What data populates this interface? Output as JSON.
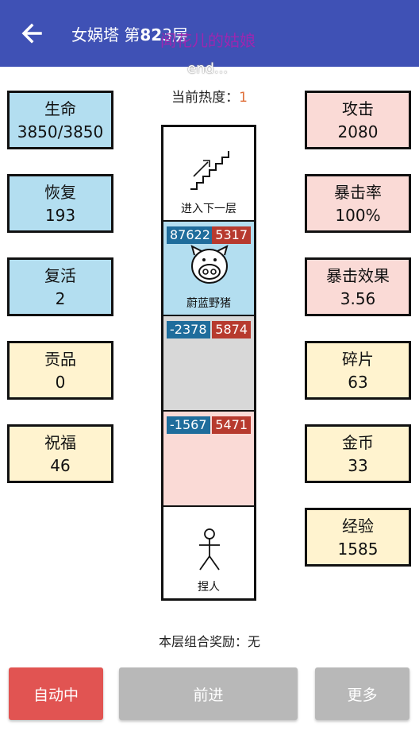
{
  "header": {
    "title_prefix": "女娲塔 第",
    "floor_number": "82",
    "title_suffix": "3层",
    "user_name": "闻花儿的姑娘",
    "marquee": "end..."
  },
  "heat": {
    "label": "当前热度：",
    "value": "1"
  },
  "stats_left": [
    {
      "label": "生命",
      "value": "3850/3850"
    },
    {
      "label": "恢复",
      "value": "193"
    },
    {
      "label": "复活",
      "value": "2"
    },
    {
      "label": "贡品",
      "value": "0"
    },
    {
      "label": "祝福",
      "value": "46"
    }
  ],
  "stats_right": [
    {
      "label": "攻击",
      "value": "2080"
    },
    {
      "label": "暴击率",
      "value": "100%"
    },
    {
      "label": "暴击效果",
      "value": "3.56"
    },
    {
      "label": "碎片",
      "value": "63"
    },
    {
      "label": "金币",
      "value": "33"
    },
    {
      "label": "经验",
      "value": "1585"
    }
  ],
  "tower": {
    "stairs_label": "进入下一层",
    "monster": {
      "hp": "87622",
      "atk": "5317",
      "name": "蔚蓝野猪"
    },
    "cell_gray": {
      "hp": "-2378",
      "atk": "5874"
    },
    "cell_pink": {
      "hp": "-1567",
      "atk": "5471"
    },
    "player_label": "捏人"
  },
  "reward": {
    "label": "本层组合奖励：",
    "value": "无"
  },
  "buttons": {
    "auto": "自动中",
    "forward": "前进",
    "more": "更多"
  },
  "colors": {
    "appbar": "#3f51b5",
    "stat_blue": "#b3def0",
    "stat_yellow": "#fff3cf",
    "stat_pink": "#fadad6",
    "hp_badge": "#1f6d9c",
    "atk_badge": "#b73a2e",
    "auto_button": "#e15452",
    "disabled_button": "#b8b8b8",
    "user_name": "#9c27b0"
  },
  "icons": [
    "back-arrow-icon",
    "stairs-icon",
    "boar-icon",
    "stick-figure-icon"
  ]
}
